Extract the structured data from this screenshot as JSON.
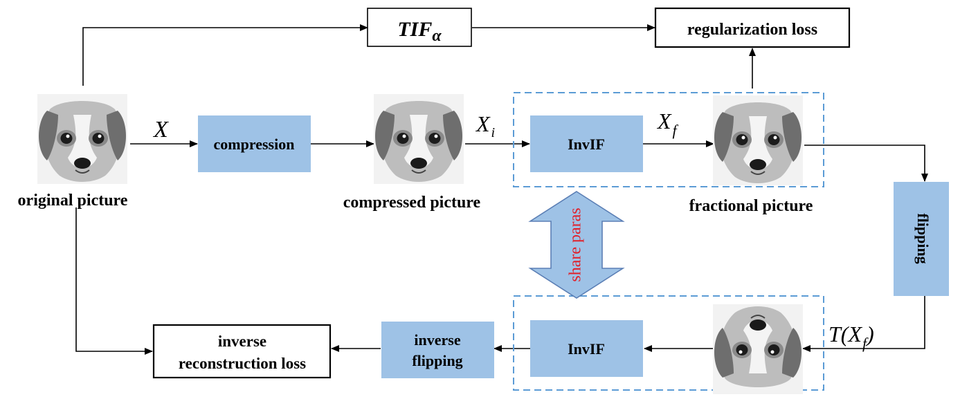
{
  "boxes": {
    "tif": {
      "base": "TIF",
      "sub": "α"
    },
    "regularization_loss": "regularization loss",
    "compression": "compression",
    "invif_top": "InvIF",
    "flipping": "flipping",
    "invif_bottom": "InvIF",
    "inverse_flipping": [
      "inverse",
      "flipping"
    ],
    "inverse_reconstruction_loss": [
      "inverse",
      "reconstruction loss"
    ]
  },
  "captions": {
    "original": "original picture",
    "compressed": "compressed picture",
    "fractional": "fractional picture"
  },
  "math_labels": {
    "x": "X",
    "xi": {
      "base": "X",
      "sub": "i"
    },
    "xf": {
      "base": "X",
      "sub": "f"
    },
    "txf": {
      "prefix": "T(",
      "base": "X",
      "sub": "f",
      "suffix": ")"
    }
  },
  "share_label": "share paras",
  "colors": {
    "process_fill": "#9ec2e6",
    "dashed_border": "#5b9bd5",
    "share_arrow_fill": "#9ec2e6",
    "share_arrow_stroke": "#5b7fb5",
    "share_text": "#e0202a"
  }
}
